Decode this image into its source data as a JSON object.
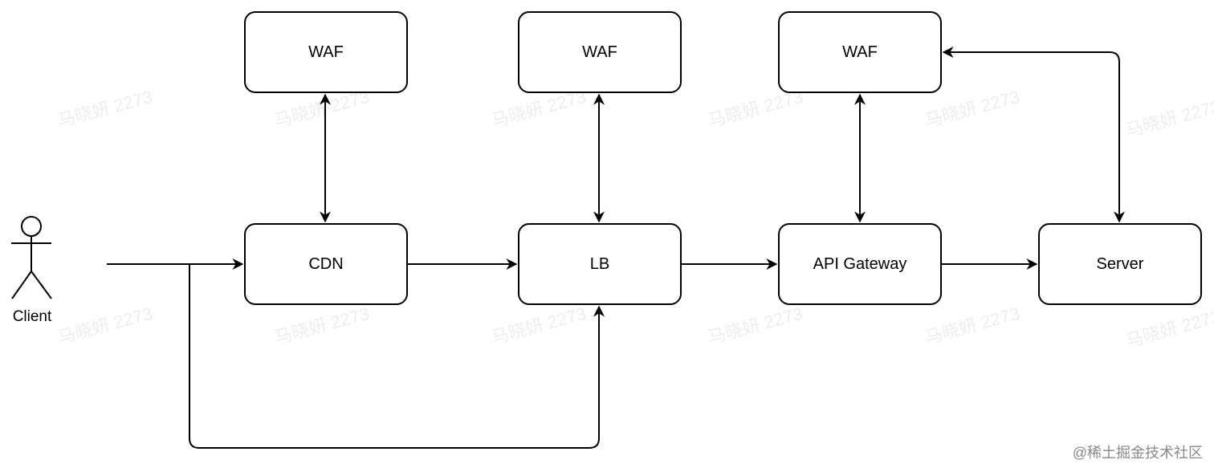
{
  "nodes": {
    "waf_cdn": "WAF",
    "waf_lb": "WAF",
    "waf_api": "WAF",
    "cdn": "CDN",
    "lb": "LB",
    "api_gateway": "API Gateway",
    "server": "Server"
  },
  "actor": {
    "label": "Client"
  },
  "watermark": {
    "text": "马晓妍 2273"
  },
  "credit": "@稀土掘金技术社区",
  "colors": {
    "stroke": "#000000",
    "background": "#ffffff"
  }
}
